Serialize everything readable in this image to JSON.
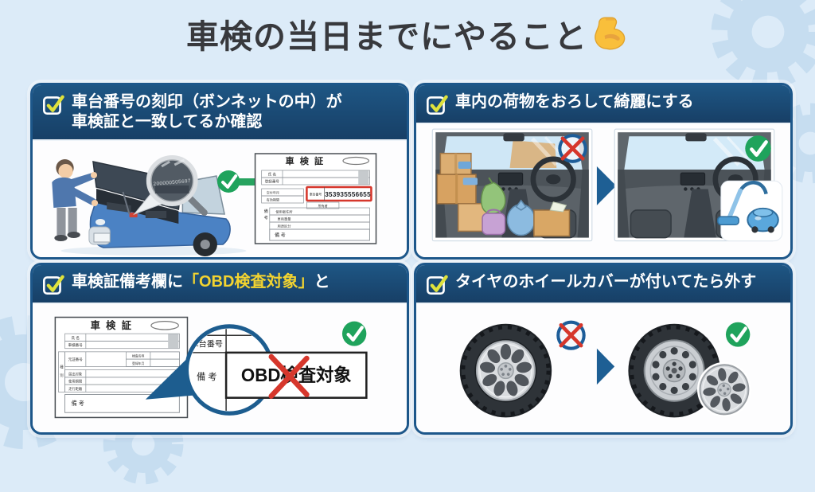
{
  "page": {
    "title": "車検の当日までにやること",
    "background_color": "#dcebf8"
  },
  "icons": {
    "title_emoji": "flexed-biceps",
    "header_checkbox": "checked-checkbox",
    "ok_badge": "check-circle-green",
    "ng_badge": "cross-circle-red",
    "step_arrow": "arrow-right-triangle"
  },
  "colors": {
    "panel_header_bg": "#1b4f7c",
    "panel_border": "#1d578a",
    "highlight_yellow": "#f3d430",
    "check_green": "#1fa35c",
    "cross_red": "#d6372c",
    "arrow_blue": "#1e5f94",
    "green_arrow": "#27a35f"
  },
  "panels": [
    {
      "id": "chassis-number-check",
      "header_line1": "車台番号の刻印（ボンネットの中）が",
      "header_line2": "車検証と一致してるか確認"
    },
    {
      "id": "clean-car-interior",
      "header_line1": "車内の荷物をおろして綺麗にする",
      "header_line2": ""
    },
    {
      "id": "obd-remarks-check",
      "header_prefix": "車検証備考欄に",
      "header_highlight": "「OBD検査対象」",
      "header_suffix": "と",
      "header_line2": ""
    },
    {
      "id": "remove-wheel-covers",
      "header_line1": "タイヤのホイールカバーが付いてたら外す",
      "header_line2": ""
    }
  ],
  "panel1": {
    "magnifier_number": "200000505697",
    "doc": {
      "title": "車 検 証",
      "row1": "氏 名",
      "row2": "登録番号",
      "row3": "交付年月",
      "row4": "有効期間",
      "chassis_label": "車台番号",
      "chassis_value": "353935556655",
      "owner_label": "所有者",
      "row5": "使用者住所",
      "row6": "車両重量",
      "row7": "用途区分",
      "remarks_label": "備 考",
      "side_label_1": "備",
      "side_label_2": "考"
    }
  },
  "panel3": {
    "doc": {
      "title": "車 検 証",
      "row1": "氏 名",
      "row2": "車検番号",
      "row3": "元証番号",
      "sub1": "検査名称",
      "sub2": "登録年月",
      "row4": "届出対象",
      "row5": "使用期間",
      "row6": "走行距離",
      "side_label_1": "種",
      "side_label_2": "別",
      "remarks_label": "備 考"
    },
    "magnifier": {
      "chassis_label": "車台番号",
      "remarks_label": "備 考",
      "obd_text": "OBD検査対象"
    }
  }
}
